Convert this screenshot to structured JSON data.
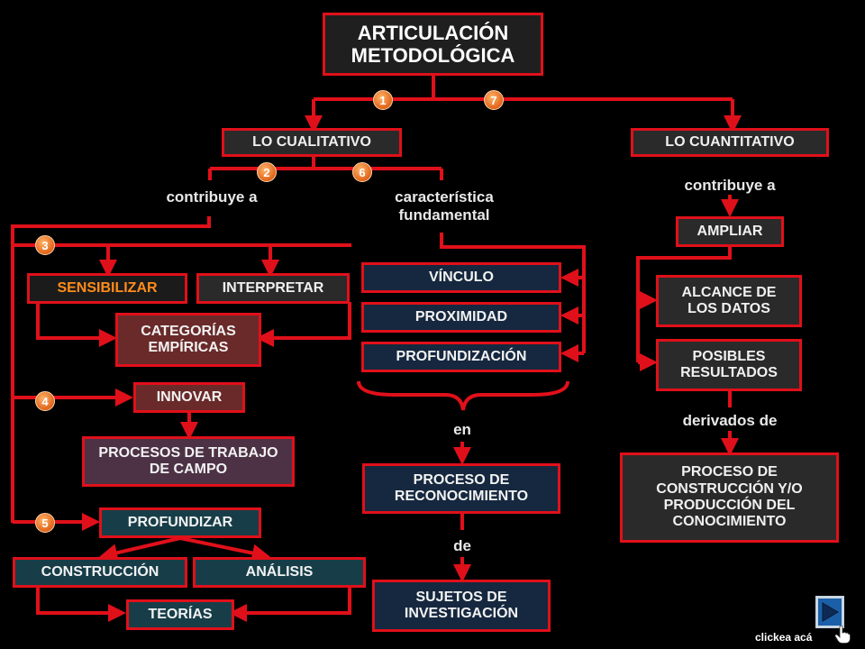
{
  "title": "ARTICULACIÓN METODOLÓGICA",
  "badges": [
    "1",
    "7",
    "2",
    "6",
    "3",
    "4",
    "5"
  ],
  "branches": {
    "cualitativo": "LO CUALITATIVO",
    "cuantitativo": "LO CUANTITATIVO"
  },
  "labels": {
    "contribuye_left": "contribuye a",
    "caracteristica": "característica fundamental",
    "contribuye_right": "contribuye a",
    "en": "en",
    "de": "de",
    "derivados": "derivados de"
  },
  "boxes": {
    "sensibilizar": "SENSIBILIZAR",
    "interpretar": "INTERPRETAR",
    "categorias": "CATEGORÍAS EMPÍRICAS",
    "innovar": "INNOVAR",
    "procesos_campo": "PROCESOS DE TRABAJO DE CAMPO",
    "profundizar": "PROFUNDIZAR",
    "construccion": "CONSTRUCCIÓN",
    "analisis": "ANÁLISIS",
    "teorias": "TEORÍAS",
    "vinculo": "VÍNCULO",
    "proximidad": "PROXIMIDAD",
    "profundizacion": "PROFUNDIZACIÓN",
    "reconocimiento": "PROCESO DE RECONOCIMIENTO",
    "sujetos": "SUJETOS DE INVESTIGACIÓN",
    "ampliar": "AMPLIAR",
    "alcance": "ALCANCE DE LOS DATOS",
    "posibles": "POSIBLES RESULTADOS",
    "construccion_conocimiento": "PROCESO DE CONSTRUCCIÓN Y/O PRODUCCIÓN DEL CONOCIMIENTO"
  },
  "footer": {
    "clickea": "clickea acá"
  },
  "colors": {
    "line": "#e0101a",
    "accent_orange": "#ff8c1a",
    "badge": "#e0651a"
  },
  "icons": [
    "next-button-icon",
    "pointing-hand-icon"
  ]
}
